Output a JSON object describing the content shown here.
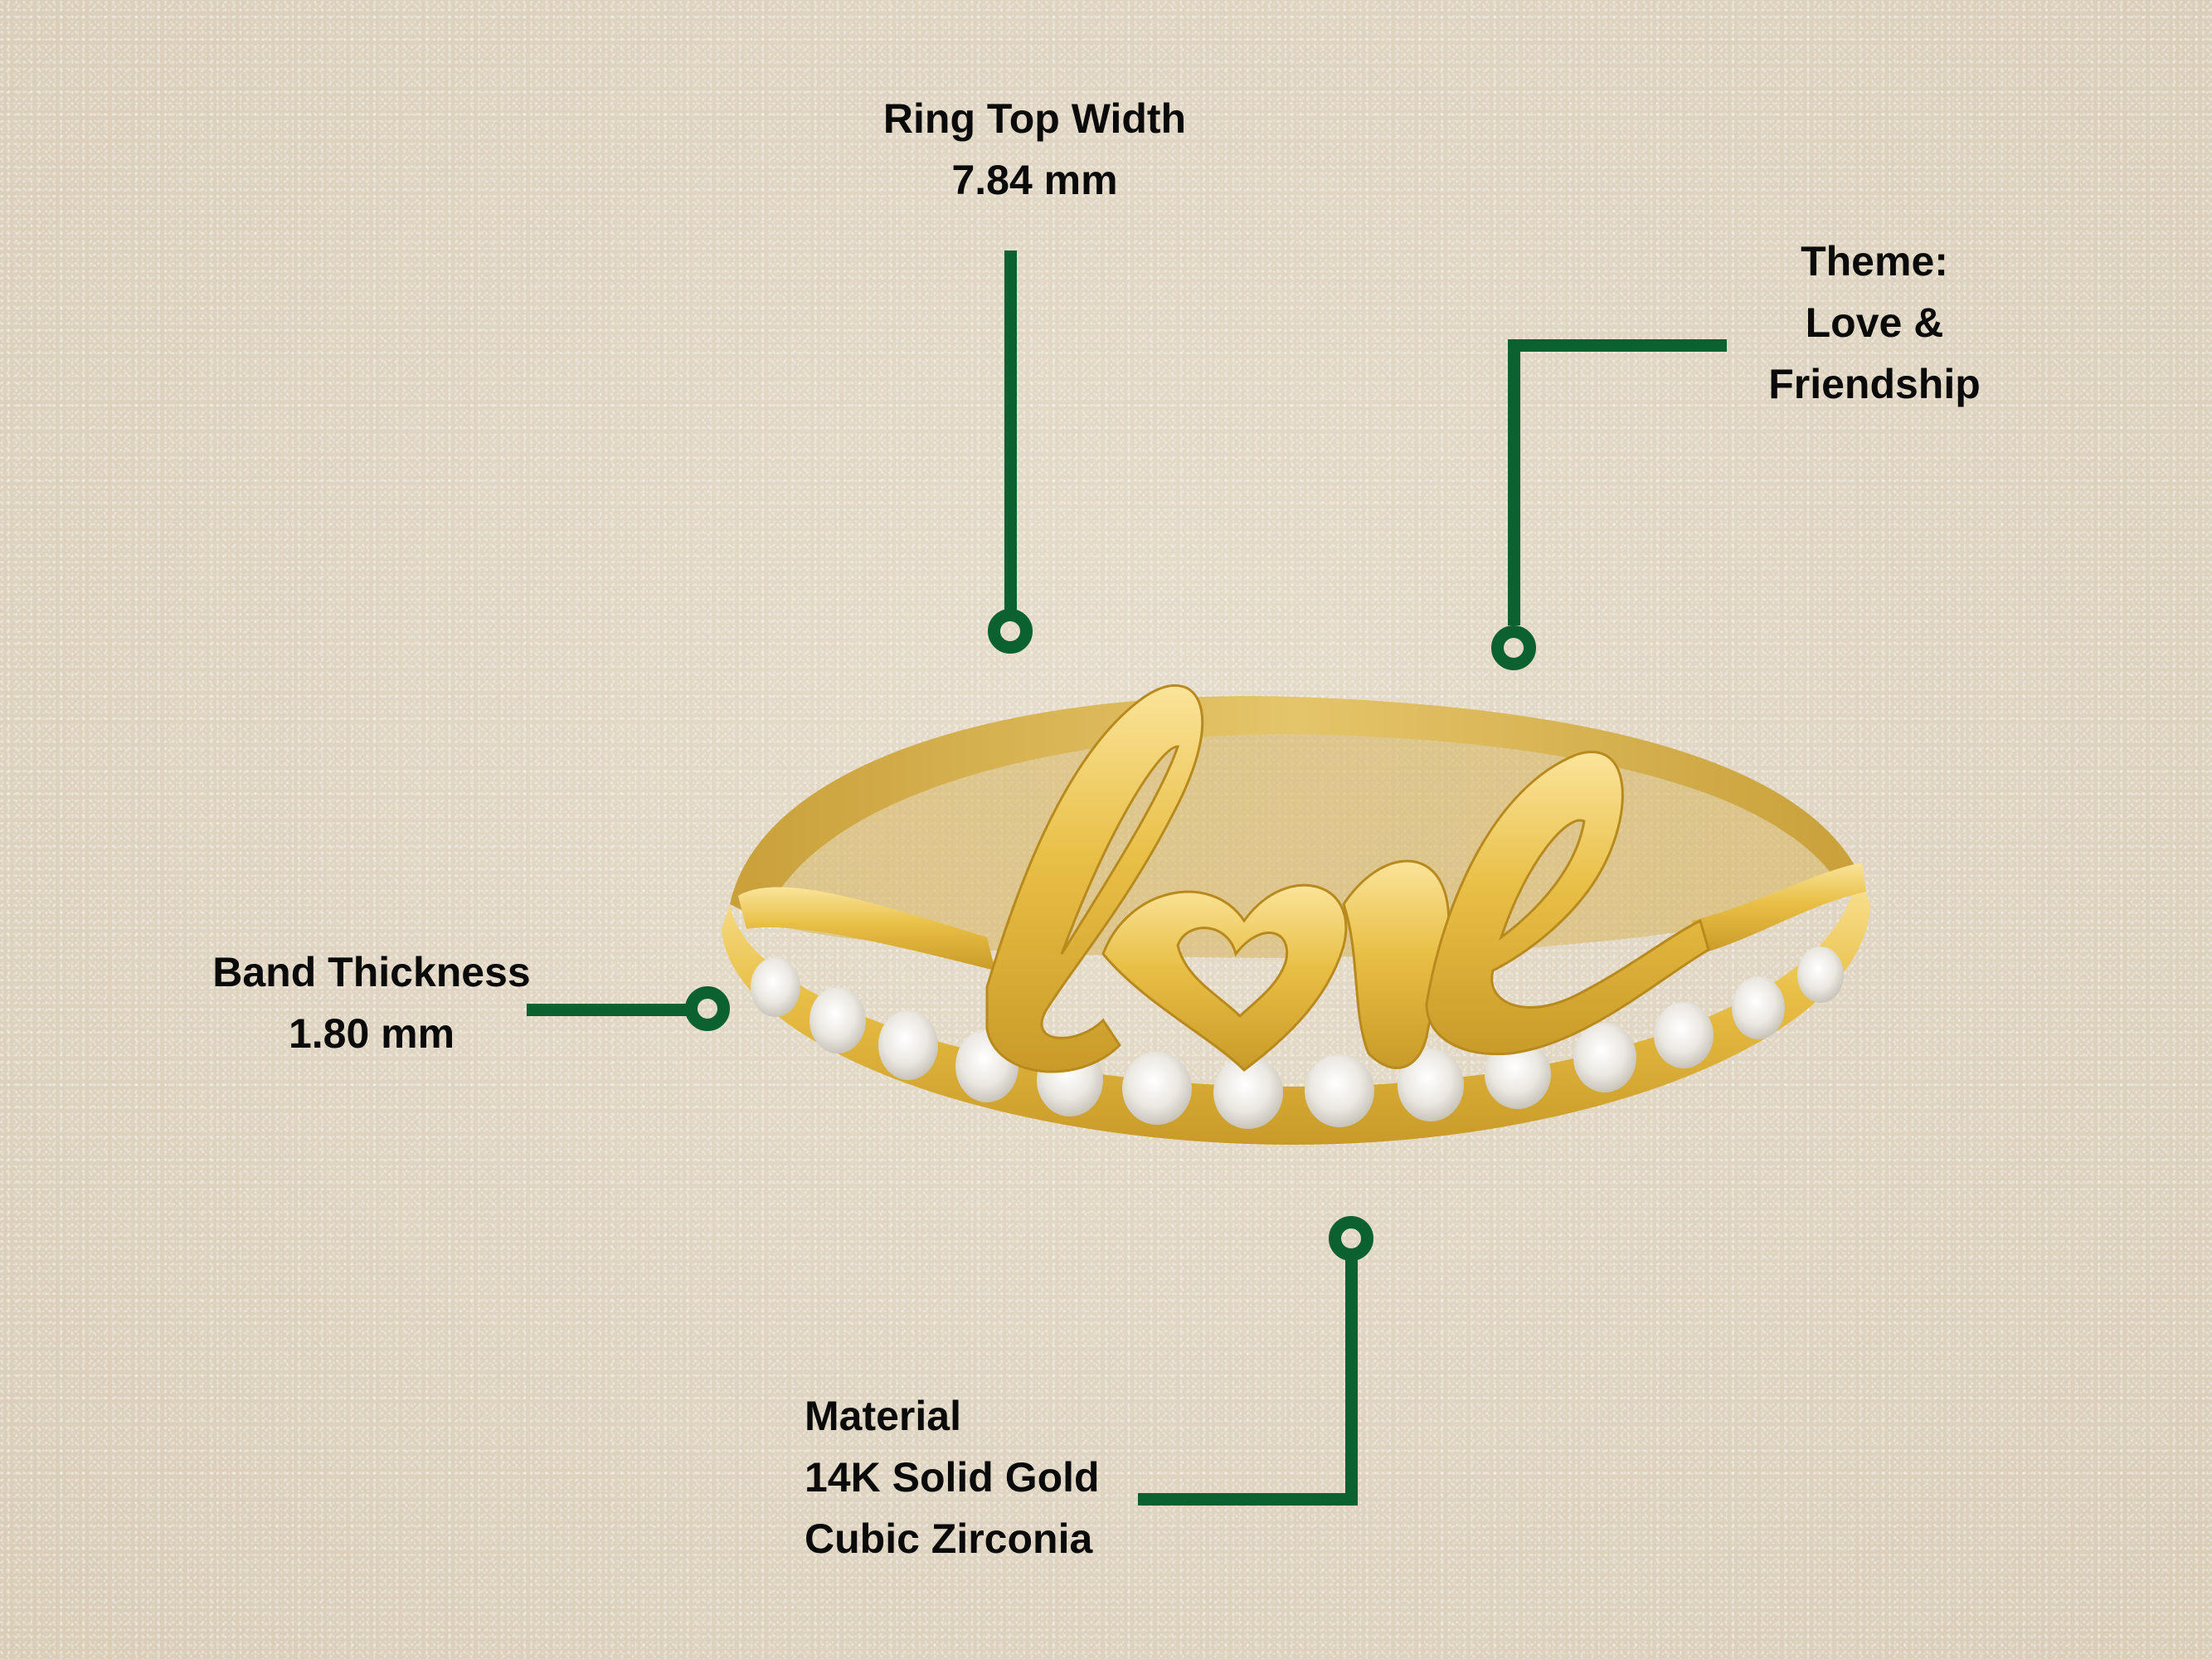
{
  "colors": {
    "background": "#e0d6c4",
    "leader_green": "#0b6130",
    "text": "#0a0a0a",
    "gold": "#e8bf45",
    "gold_highlight": "#fbe49a",
    "gold_shadow": "#b88a1e",
    "stone": "#f1eee6"
  },
  "annotations": {
    "ring_top_width": {
      "title": "Ring Top Width",
      "value": "7.84 mm"
    },
    "theme": {
      "line1": "Theme:",
      "line2": "Love &",
      "line3": "Friendship"
    },
    "band_thickness": {
      "title": "Band Thickness",
      "value": "1.80 mm"
    },
    "material": {
      "title": "Material",
      "line2": "14K Solid Gold",
      "line3": "Cubic Zirconia"
    }
  },
  "product": {
    "name": "love-script-ring",
    "engraving_text": "love",
    "stones_visible": 14
  }
}
